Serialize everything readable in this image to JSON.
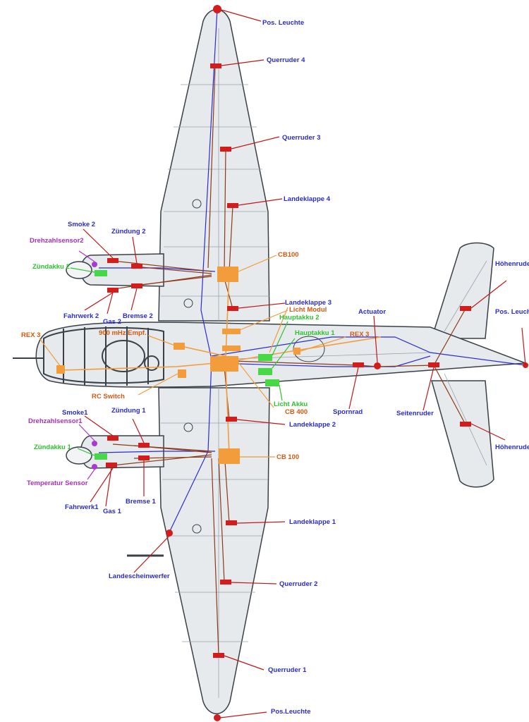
{
  "colors": {
    "label_blue": "#2b2bd6",
    "label_orange": "#d9580f",
    "label_green": "#2fc22f",
    "label_purple": "#b02bc9",
    "wire_red": "#c01818",
    "wire_brown": "#8a3a18",
    "wire_blue": "#2b2bd6",
    "wire_orange": "#f29c3c",
    "airframe_fill": "#e6eaed",
    "airframe_stroke": "#3a4048"
  },
  "labels": {
    "pos_leuchte_top": "Pos. Leuchte",
    "querruder_4": "Querruder 4",
    "querruder_3": "Querruder 3",
    "landeklappe_4": "Landeklappe 4",
    "smoke_2": "Smoke 2",
    "zuendung_2": "Zündung 2",
    "drehzahlsensor_2": "Drehzahlsensor2",
    "zuendakku_2": "Zündakku 2",
    "cb100_top": "CB100",
    "fahrwerk_2": "Fahrwerk 2",
    "gas_2": "Gas 2",
    "bremse_2": "Bremse 2",
    "landeklappe_3": "Landeklappe 3",
    "licht_modul": "Licht Modul",
    "hauptakku_2": "Hauptakku 2",
    "actuator": "Actuator",
    "hoehenruder_re": "Höhenruder re",
    "rex_3_left": "REX 3",
    "empf_900": "900 mHz Empf.",
    "hauptakku_1": "Hauptakku 1",
    "rex_3_right": "REX 3",
    "pos_leuchte_tail": "Pos. Leuchte",
    "rc_switch": "RC Switch",
    "licht_akku": "Licht Akku",
    "cb_400": "CB 400",
    "spornrad": "Spornrad",
    "seitenruder": "Seitenruder",
    "smoke_1": "Smoke1",
    "zuendung_1": "Zündung 1",
    "drehzahlsensor_1": "Drehzahlsensor1",
    "landeklappe_2": "Landeklappe 2",
    "zuendakku_1": "Zündakku 1",
    "cb_100_bottom": "CB 100",
    "hoehenruder_li": "Höhenruder Li",
    "temperatur_sensor": "Temperatur Sensor",
    "fahrwerk_1": "Fahrwerk1",
    "gas_1": "Gas 1",
    "bremse_1": "Bremse 1",
    "landeklappe_1": "Landeklappe 1",
    "landescheinwerfer": "Landescheinwerfer",
    "querruder_2": "Querruder 2",
    "querruder_1": "Querruder 1",
    "pos_leuchte_bottom": "Pos.Leuchte"
  }
}
